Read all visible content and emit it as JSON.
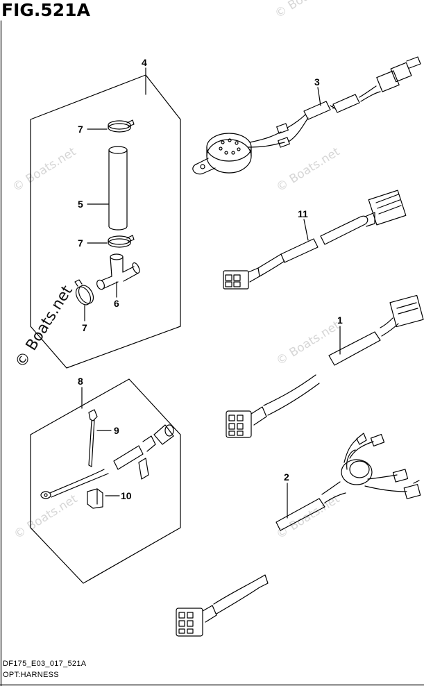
{
  "figure": {
    "title": "FIG.521A"
  },
  "footer": {
    "code": "DF175_E03_017_521A",
    "name": "OPT:HARNESS"
  },
  "watermark": "© Boats.net",
  "callouts": {
    "c1": "1",
    "c2": "2",
    "c3": "3",
    "c4": "4",
    "c5": "5",
    "c6": "6",
    "c7a": "7",
    "c7b": "7",
    "c7c": "7",
    "c8": "8",
    "c9": "9",
    "c10": "10",
    "c11": "11"
  },
  "colors": {
    "line": "#000000",
    "watermark": "#d6d6d6",
    "background": "#ffffff"
  }
}
